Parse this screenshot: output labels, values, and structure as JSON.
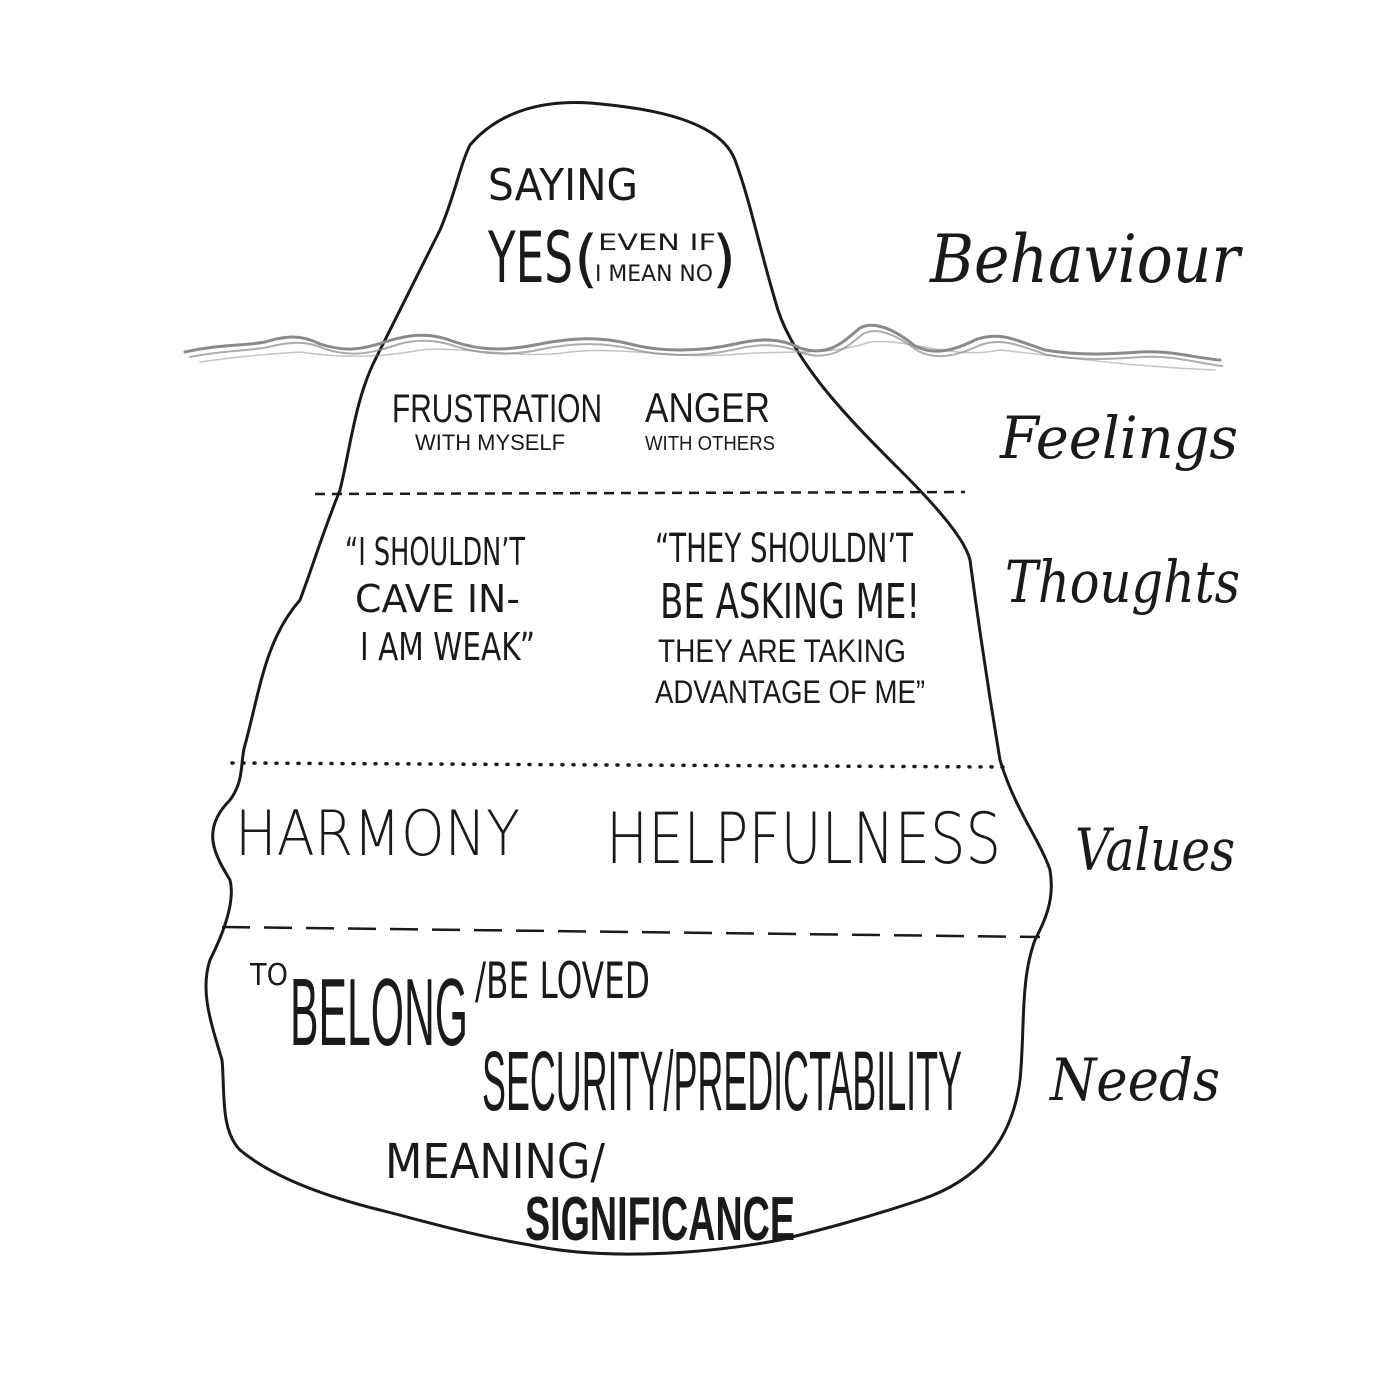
{
  "behaviour": {
    "label": "Behaviour",
    "line1": "SAYING",
    "line2_big": "YES",
    "line2_small_a": "EVEN IF",
    "line2_small_b": "I MEAN NO"
  },
  "feelings": {
    "label": "Feelings",
    "left_main": "FRUSTRATION",
    "left_sub": "WITH MYSELF",
    "right_main": "ANGER",
    "right_sub": "WITH OTHERS"
  },
  "thoughts": {
    "label": "Thoughts",
    "left": [
      "“I SHOULDN’T",
      "CAVE IN-",
      "I AM WEAK”"
    ],
    "right": [
      "“THEY SHOULDN’T",
      "BE ASKING ME!",
      "THEY ARE TAKING",
      "ADVANTAGE OF ME”"
    ]
  },
  "values": {
    "label": "Values",
    "left": "HARMONY",
    "right": "HELPFULNESS"
  },
  "needs": {
    "label": "Needs",
    "to": "TO",
    "belong": "BELONG",
    "be_loved": "/BE LOVED",
    "security": "SECURITY/PREDICTABILITY",
    "meaning": "MEANING/",
    "significance": "SIGNIFICANCE"
  },
  "colors": {
    "ink": "#1a1a1a",
    "background": "#ffffff",
    "water": "#888888"
  }
}
